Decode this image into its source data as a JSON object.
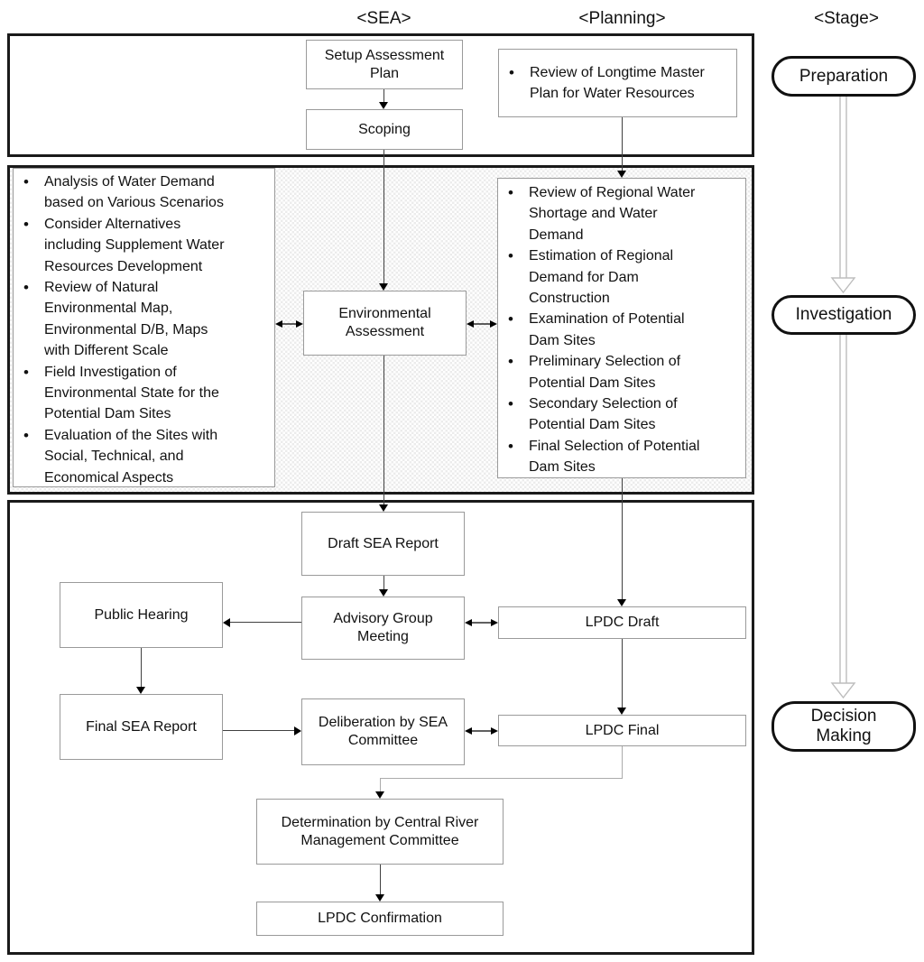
{
  "header": {
    "sea": "<SEA>",
    "planning": "<Planning>",
    "stage": "<Stage>"
  },
  "preparation": {
    "setup_assessment_plan": "Setup Assessment Plan",
    "scoping": "Scoping",
    "planning_items": [
      "Review of Longtime Master Plan for Water Resources"
    ],
    "stage_label": "Preparation"
  },
  "investigation": {
    "sea_items": [
      "Analysis of Water Demand based on Various Scenarios",
      "Consider Alternatives including Supplement Water Resources Development",
      "Review of Natural Environmental Map, Environmental D/B, Maps with Different Scale",
      "Field Investigation of Environmental State for the Potential Dam Sites",
      "Evaluation of the Sites with Social, Technical, and Economical Aspects"
    ],
    "environmental_assessment": "Environmental Assessment",
    "planning_items": [
      "Review of Regional Water Shortage and Water Demand",
      "Estimation of Regional Demand for Dam Construction",
      "Examination of Potential Dam Sites",
      "Preliminary Selection of Potential Dam Sites",
      "Secondary Selection of Potential Dam Sites",
      "Final Selection of Potential Dam Sites"
    ],
    "stage_label": "Investigation"
  },
  "decision": {
    "draft_sea_report": "Draft SEA Report",
    "advisory_group_meeting": "Advisory Group Meeting",
    "public_hearing": "Public Hearing",
    "lpdc_draft": "LPDC Draft",
    "final_sea_report": "Final SEA Report",
    "deliberation_by_sea_committee": "Deliberation by SEA Committee",
    "lpdc_final": "LPDC Final",
    "determination": "Determination by Central River Management Committee",
    "lpdc_confirmation": "LPDC Confirmation",
    "stage_label": "Decision Making"
  },
  "colors": {
    "panel_border": "#1a1a1a",
    "node_border": "#9a9a9a",
    "connector": "#404040",
    "elbow_connector": "#ababab",
    "stage_arrow": "#bdbdbd",
    "investigation_background": "#ececec"
  }
}
